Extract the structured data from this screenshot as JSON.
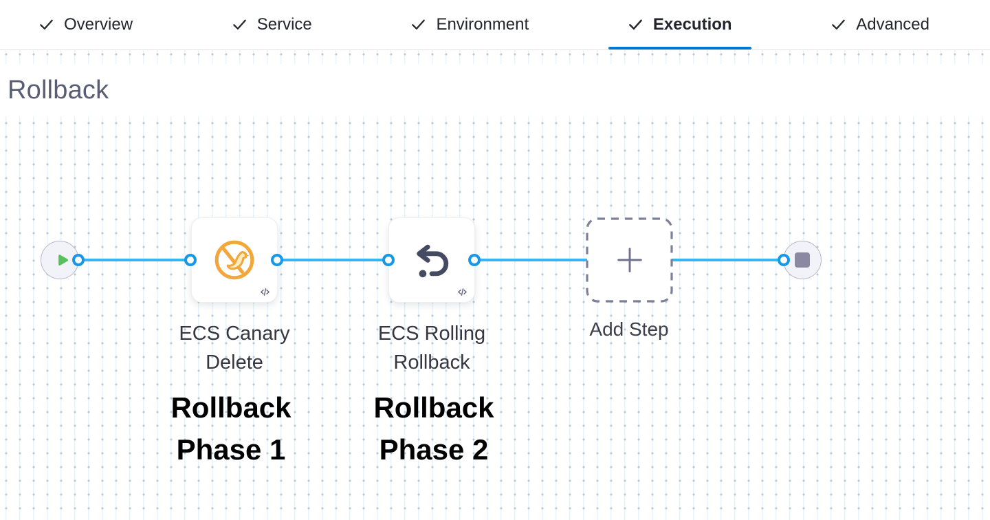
{
  "tab_bar": {
    "tabs": [
      {
        "label": "Overview",
        "checked": true,
        "active": false
      },
      {
        "label": "Service",
        "checked": true,
        "active": false
      },
      {
        "label": "Environment",
        "checked": true,
        "active": false
      },
      {
        "label": "Execution",
        "checked": true,
        "active": true
      },
      {
        "label": "Advanced",
        "checked": true,
        "active": false
      }
    ]
  },
  "section": {
    "title": "Rollback"
  },
  "canvas": {
    "start_node": "play",
    "end_node": "stop",
    "steps": [
      {
        "name": "ECS Canary Delete",
        "icon": "ecs-canary-delete-icon",
        "annotation": "Rollback Phase 1"
      },
      {
        "name": "ECS Rolling Rollback",
        "icon": "ecs-rolling-rollback-icon",
        "annotation": "Rollback Phase 2"
      }
    ],
    "add_step": {
      "label": "Add Step"
    }
  },
  "colors": {
    "accent_blue": "#0278d5",
    "connector_blue": "#35b5f1",
    "port_blue": "#1697e8",
    "canary_orange": "#f3a63a",
    "play_green": "#57c05c",
    "node_fill": "#f2f2f9",
    "stop_gray": "#8b88a1",
    "annotation_black": "#000000"
  }
}
